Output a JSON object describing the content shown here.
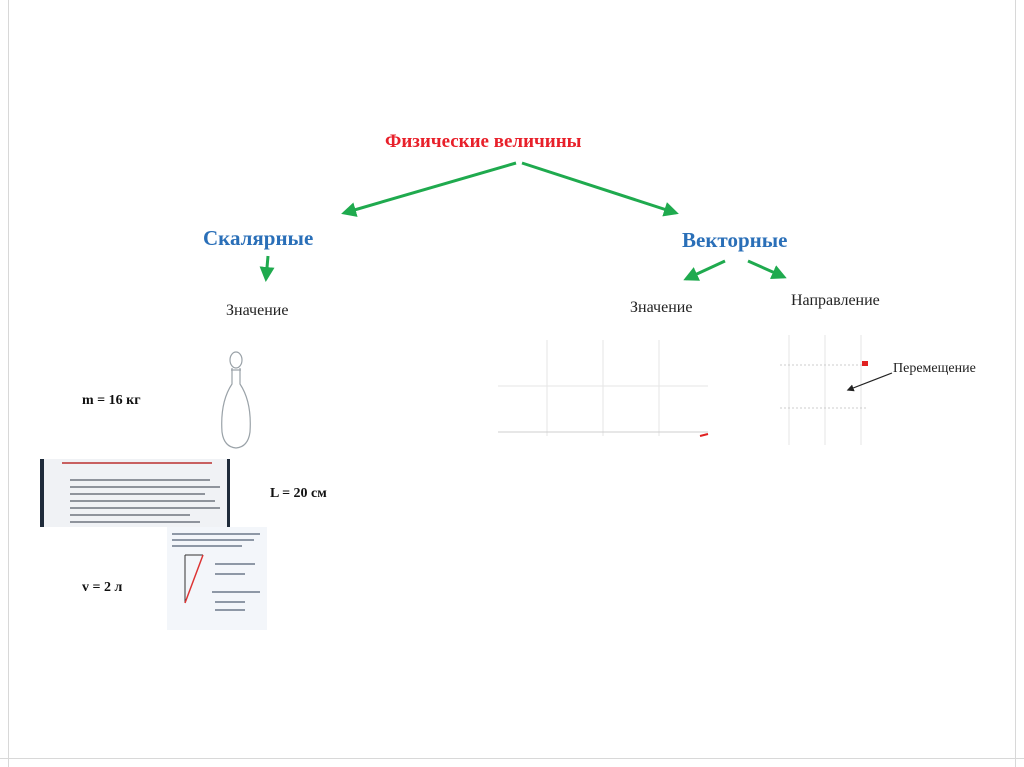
{
  "diagram": {
    "title": "Физические величины",
    "branches": {
      "scalar": {
        "label": "Скалярные",
        "sub": "Значение"
      },
      "vector": {
        "label": "Векторные",
        "sub_value": "Значение",
        "sub_direction": "Направление"
      }
    },
    "annotation": "Перемещение",
    "formulas": {
      "mass": "m = 16 кг",
      "length": "L = 20 см",
      "volume": "v = 2 л"
    }
  },
  "colors": {
    "title": "#e8202a",
    "branch": "#2a6fb8",
    "arrow": "#1faa4e",
    "vector_marker": "#e02020"
  }
}
